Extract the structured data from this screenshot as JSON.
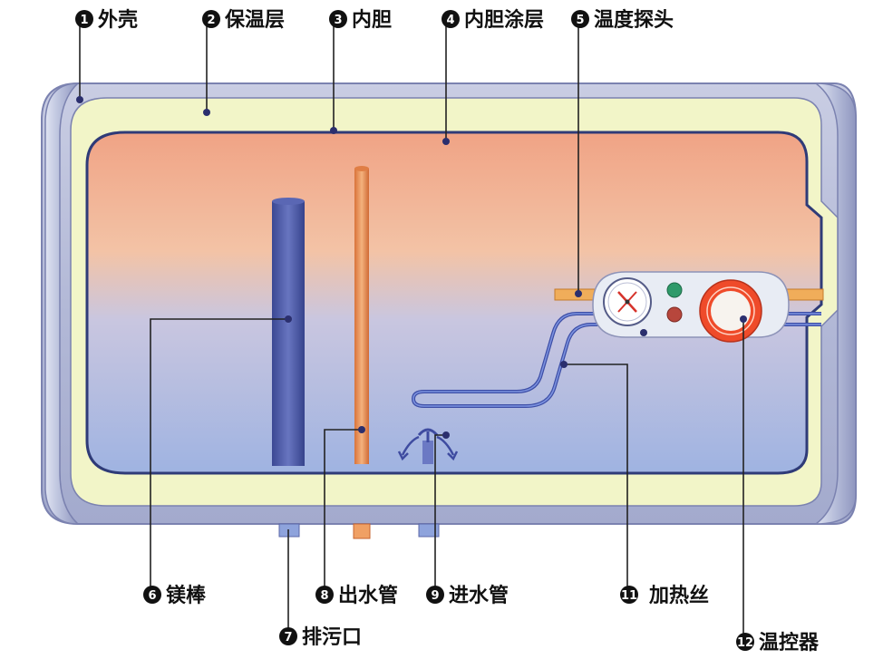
{
  "labels": [
    {
      "number": "1",
      "text": "外壳"
    },
    {
      "number": "2",
      "text": "保温层"
    },
    {
      "number": "3",
      "text": "内胆"
    },
    {
      "number": "4",
      "text": "内胆涂层"
    },
    {
      "number": "5",
      "text": "温度探头"
    },
    {
      "number": "6",
      "text": "镁棒"
    },
    {
      "number": "7",
      "text": "排污口"
    },
    {
      "number": "8",
      "text": "出水管"
    },
    {
      "number": "9",
      "text": "进水管"
    },
    {
      "number": "11",
      "text": "加热丝"
    },
    {
      "number": "12",
      "text": "温控器"
    }
  ],
  "colors": {
    "shell": "#b7bdd9",
    "insulation": "#f2f5c8",
    "tank_top": "#f2ab8a",
    "tank_bottom": "#a9b9e2",
    "magnesium_rod": "#4a58a6",
    "outlet_pipe": "#e88b4e",
    "heating_wire": "#4f6fc2",
    "thermostat_ring": "#ef4b2a"
  }
}
